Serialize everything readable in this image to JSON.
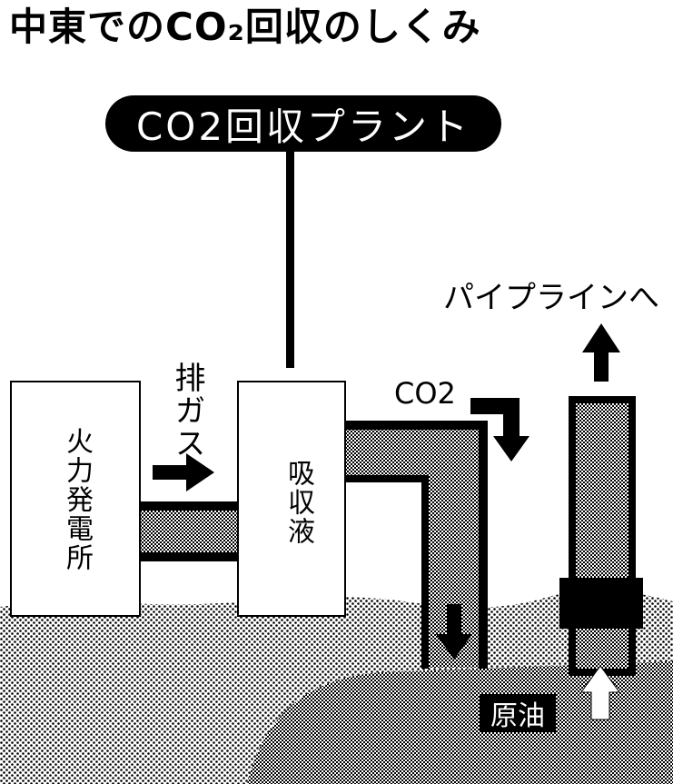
{
  "title": "中東でのCO₂回収のしくみ",
  "plant_label": "CO2回収プラント",
  "pipeline_label": "パイプラインへ",
  "exhaust_label": "排ガス",
  "power_plant_label": "火力発電所",
  "absorbent_label": "吸収液",
  "co2_label": "CO2",
  "crude_oil_label": "原油"
}
